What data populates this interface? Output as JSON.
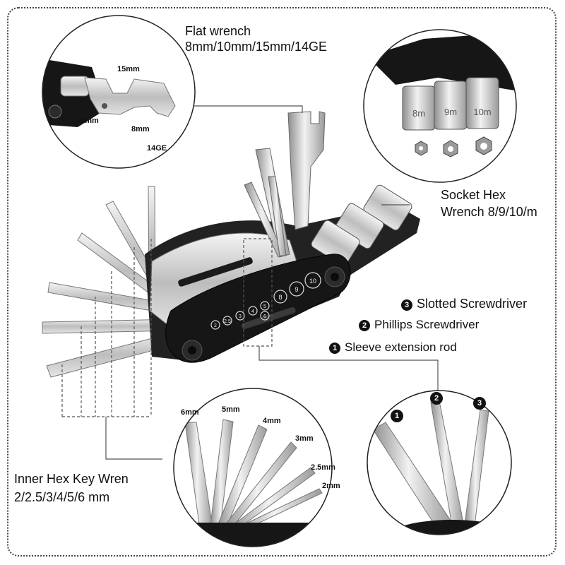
{
  "flat_wrench": {
    "title": "Flat wrench",
    "sizes": "8mm/10mm/15mm/14GE",
    "detail": {
      "s15": "15mm",
      "s10": "10mm",
      "s8": "8mm",
      "s14ge": "14GE"
    }
  },
  "socket": {
    "title": "Socket Hex",
    "sizes": "Wrench 8/9/10/m",
    "socket_marks": [
      "8m",
      "9m",
      "10m"
    ]
  },
  "screwdrivers": {
    "slotted": {
      "num": "3",
      "label": "Slotted Screwdriver"
    },
    "phillips": {
      "num": "2",
      "label": "Phillips Screwdriver"
    },
    "sleeve": {
      "num": "1",
      "label": "Sleeve extension rod"
    }
  },
  "hex_keys": {
    "title": "Inner Hex Key Wren",
    "sizes": "2/2.5/3/4/5/6 mm",
    "detail": [
      "6mm",
      "5mm",
      "4mm",
      "3mm",
      "2.5mm",
      "2mm"
    ]
  },
  "tool_body_marks": [
    "2",
    "2.5",
    "3",
    "4",
    "5",
    "6",
    "8",
    "9",
    "10"
  ],
  "colors": {
    "body": "#1a1a1a",
    "steel": "#c8c8c8",
    "dashed": "#555555"
  }
}
